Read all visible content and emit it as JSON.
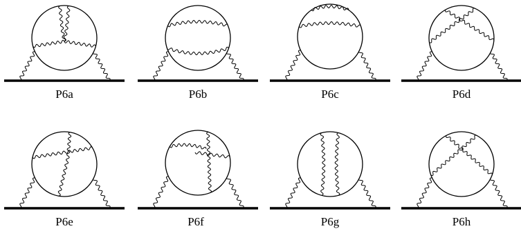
{
  "diagrams": [
    {
      "label": "P6a"
    },
    {
      "label": "P6b"
    },
    {
      "label": "P6c"
    },
    {
      "label": "P6d"
    },
    {
      "label": "P6e"
    },
    {
      "label": "P6f"
    },
    {
      "label": "P6g"
    },
    {
      "label": "P6h"
    }
  ]
}
